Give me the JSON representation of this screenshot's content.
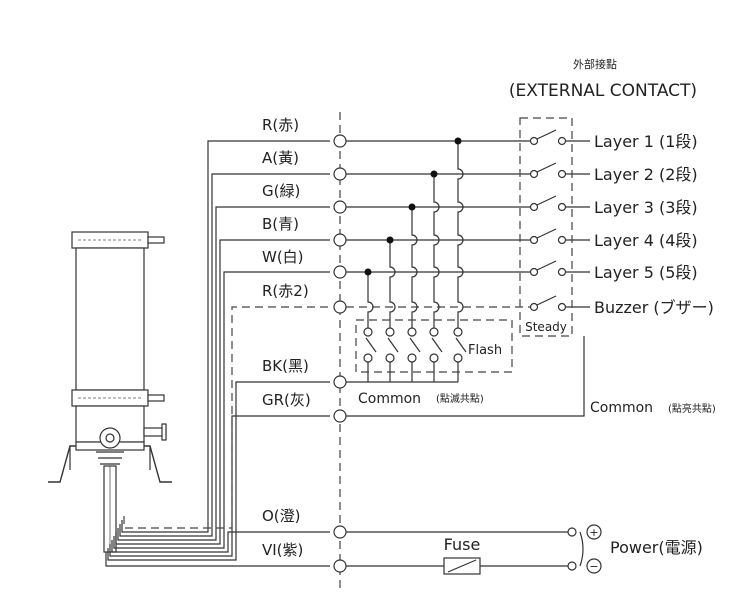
{
  "ext_contact": {
    "title_cjk": "外部接點",
    "title_en": "(EXTERNAL CONTACT)"
  },
  "wires": [
    {
      "label": "R(赤)"
    },
    {
      "label": "A(黃)"
    },
    {
      "label": "G(緑)"
    },
    {
      "label": "B(青)"
    },
    {
      "label": "W(白)"
    },
    {
      "label": "R(赤2)"
    },
    {
      "label": "BK(黑)"
    },
    {
      "label": "GR(灰)"
    },
    {
      "label": "O(澄)"
    },
    {
      "label": "VI(紫)"
    }
  ],
  "layers": [
    {
      "label": "Layer 1 (1段)"
    },
    {
      "label": "Layer 2 (2段)"
    },
    {
      "label": "Layer 3 (3段)"
    },
    {
      "label": "Layer 4 (4段)"
    },
    {
      "label": "Layer 5 (5段)"
    },
    {
      "label": "Buzzer (ブザー)"
    }
  ],
  "steady_label": "Steady",
  "flash_label": "Flash",
  "common_flash_label": "Common",
  "common_flash_sub": "(點滅共點)",
  "common_steady_label": "Common",
  "common_steady_sub": "(點亮共點)",
  "fuse_label": "Fuse",
  "power_label": "Power(電源)",
  "plus_sign": "+",
  "minus_sign": "−"
}
